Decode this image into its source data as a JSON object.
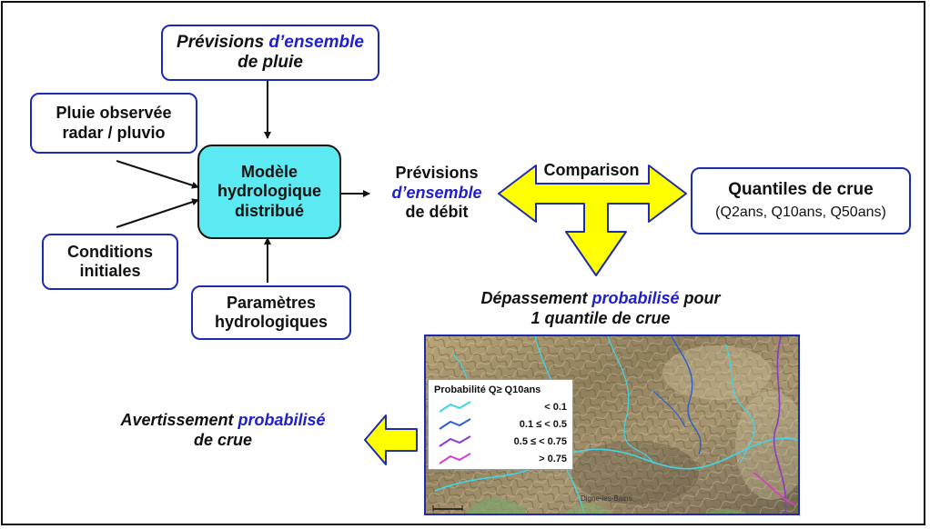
{
  "boxes": {
    "previsions_pluie": {
      "line1_a": "Prévisions ",
      "line1_b": "d’ensemble",
      "line2": "de pluie"
    },
    "pluie_observee": {
      "line1": "Pluie observée",
      "line2": "radar / pluvio"
    },
    "conditions_initiales": {
      "line1": "Conditions",
      "line2": "initiales"
    },
    "parametres": {
      "line1": "Paramètres",
      "line2": "hydrologiques"
    },
    "modele": {
      "line1": "Modèle",
      "line2": "hydrologique",
      "line3": "distribué"
    },
    "quantiles": {
      "line1": "Quantiles de crue",
      "line2": "(Q2ans, Q10ans, Q50ans)"
    }
  },
  "labels": {
    "previsions_debit": {
      "line1": "Prévisions",
      "line2": "d’ensemble",
      "line3": "de débit"
    },
    "comparison": "Comparison",
    "depassement": {
      "line1_a": "Dépassement ",
      "line1_b": "probabilisé",
      "line1_c": " pour",
      "line2": "1 quantile de crue"
    },
    "avertissement": {
      "line1_a": "Avertissement ",
      "line1_b": "probabilisé",
      "line2": "de crue"
    }
  },
  "legend": {
    "title": "Probabilité Q≥ Q10ans",
    "items": [
      {
        "label": "< 0.1",
        "color": "#3fd6e8"
      },
      {
        "label": "0.1 ≤   < 0.5",
        "color": "#2a5fd0"
      },
      {
        "label": "0.5 ≤   < 0.75",
        "color": "#8a3cc8"
      },
      {
        "label": "> 0.75",
        "color": "#d83cc8"
      }
    ]
  },
  "map": {
    "town_label": "Digne-les-Bains"
  },
  "colors": {
    "box_border": "#1d2bb0",
    "model_fill": "#5be9f2",
    "highlight_text": "#2020c8",
    "big_arrow_fill": "#ffff00"
  }
}
